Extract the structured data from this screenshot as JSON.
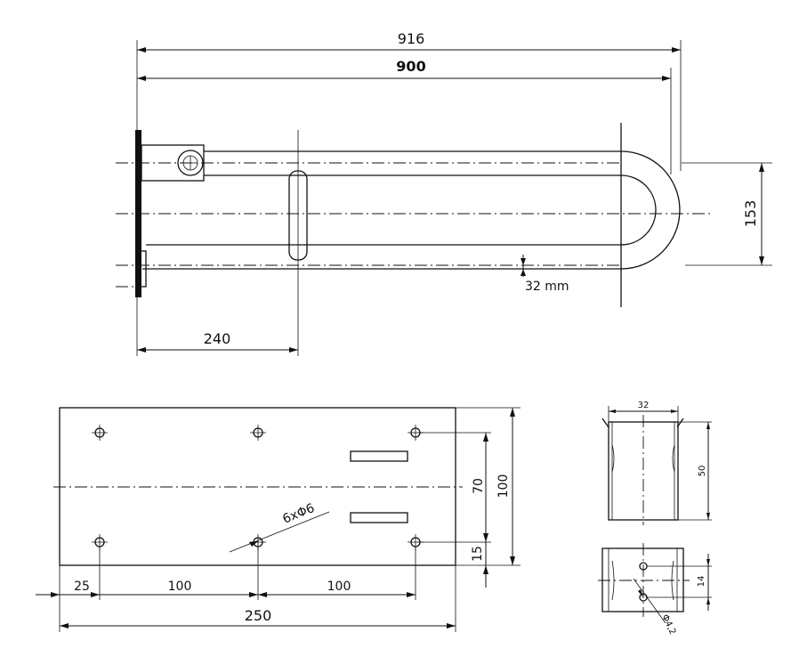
{
  "top_view": {
    "overall_length": "916",
    "length": "900",
    "height": "153",
    "tube_diameter": "32 mm",
    "support_offset": "240"
  },
  "base_plate": {
    "edge_offset": "25",
    "spacing_1": "100",
    "spacing_2": "100",
    "total_width": "250",
    "hole_spec": "6xΦ6",
    "hole_spacing_v": "70",
    "plate_height": "100",
    "bottom_offset": "15"
  },
  "detail": {
    "width": "32",
    "height": "50",
    "hole_spacing": "14",
    "hole_spec": "Φ4,2"
  }
}
